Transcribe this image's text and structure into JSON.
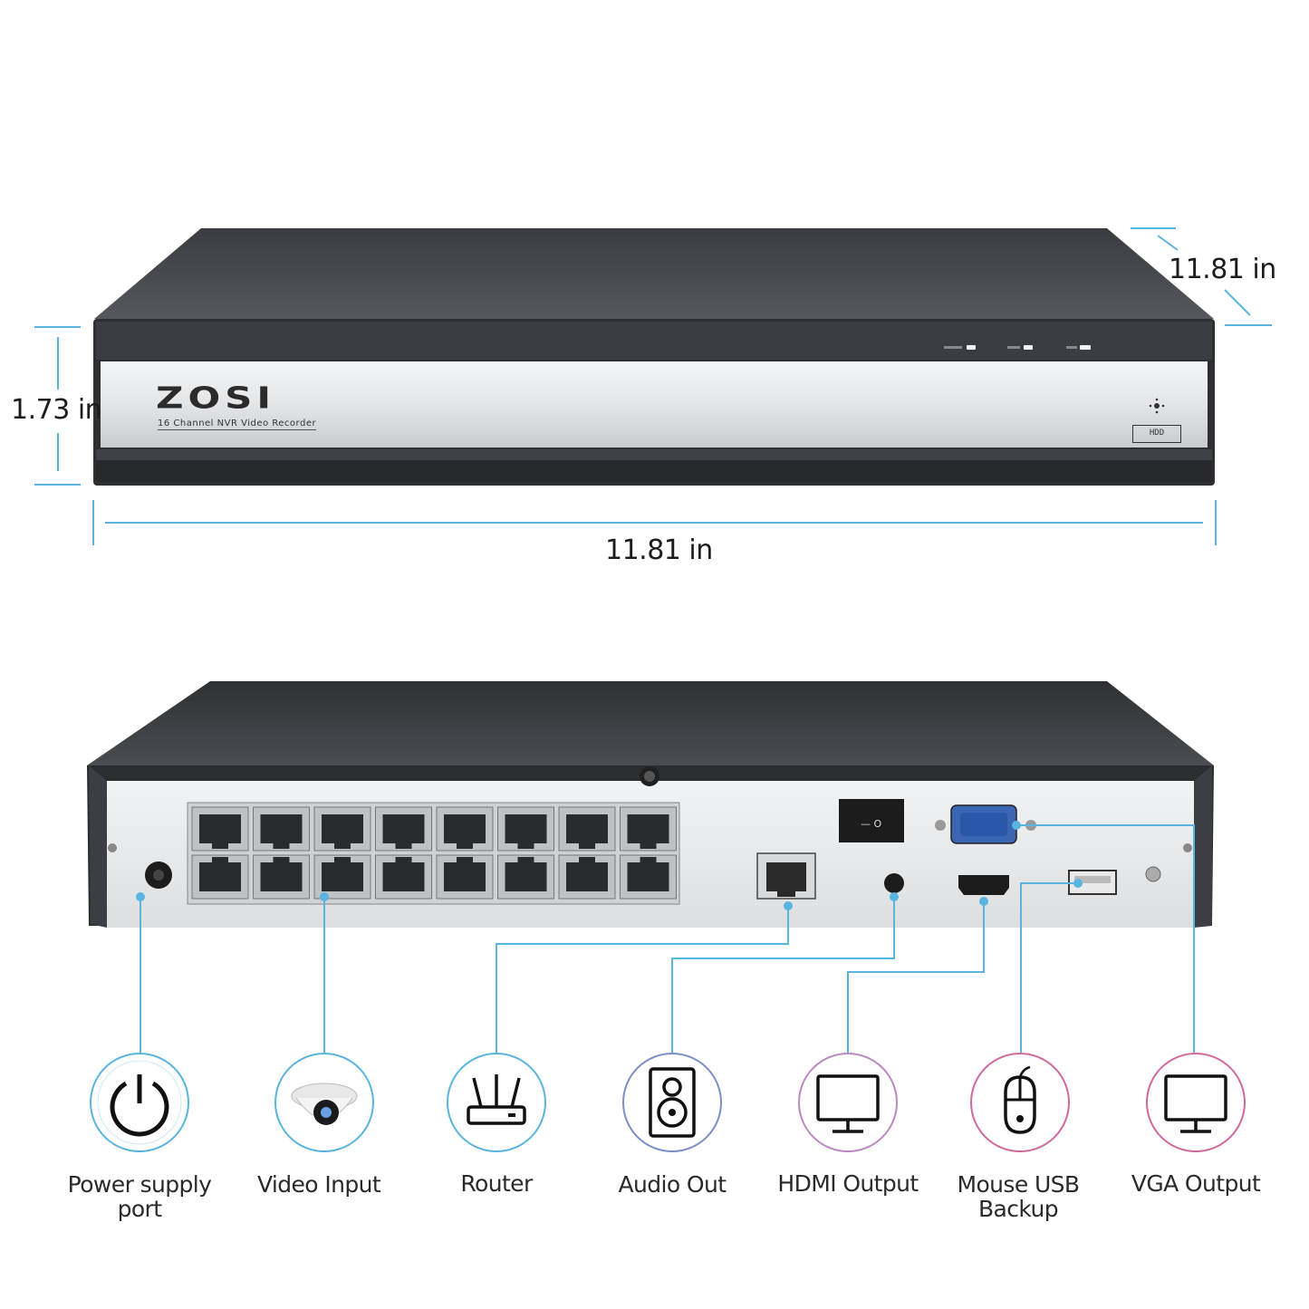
{
  "brand": {
    "name": "ZOSI",
    "subtitle": "16 Channel NVR Video Recorder",
    "hdd_tag": "HDD"
  },
  "dimensions": {
    "width": "11.81 in",
    "height": "1.73 in",
    "depth": "11.81 in"
  },
  "colors": {
    "accent_blue": "#5ab4e0",
    "accent_pink": "#d06a9a",
    "case_dark": "#2e3033",
    "panel_silver": "#e6e7e8"
  },
  "features": [
    {
      "label": "Power supply port",
      "icon": "power-icon"
    },
    {
      "label": "Video Input",
      "icon": "dome-camera-icon"
    },
    {
      "label": "Router",
      "icon": "router-icon"
    },
    {
      "label": "Audio Out",
      "icon": "speaker-icon"
    },
    {
      "label": "HDMI Output",
      "icon": "monitor-icon"
    },
    {
      "label": "Mouse USB Backup",
      "icon": "mouse-icon"
    },
    {
      "label": "VGA Output",
      "icon": "monitor-icon"
    }
  ]
}
